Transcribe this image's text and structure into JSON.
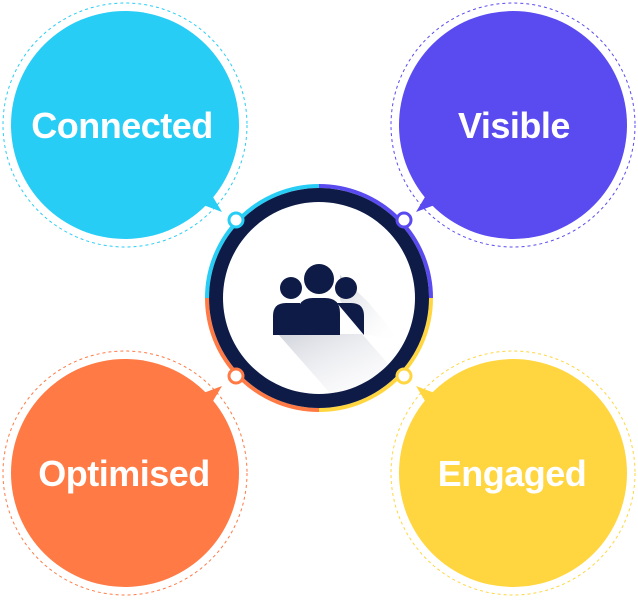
{
  "diagram": {
    "nodes": [
      {
        "id": "connected",
        "label": "Connected",
        "color": "#28CDF5"
      },
      {
        "id": "visible",
        "label": "Visible",
        "color": "#5A4BF0"
      },
      {
        "id": "optimised",
        "label": "Optimised",
        "color": "#FF7A45"
      },
      {
        "id": "engaged",
        "label": "Engaged",
        "color": "#FFD640"
      }
    ],
    "center": {
      "icon": "team-icon",
      "ring_color": "#0E1B47",
      "icon_color": "#0E1B47"
    }
  }
}
